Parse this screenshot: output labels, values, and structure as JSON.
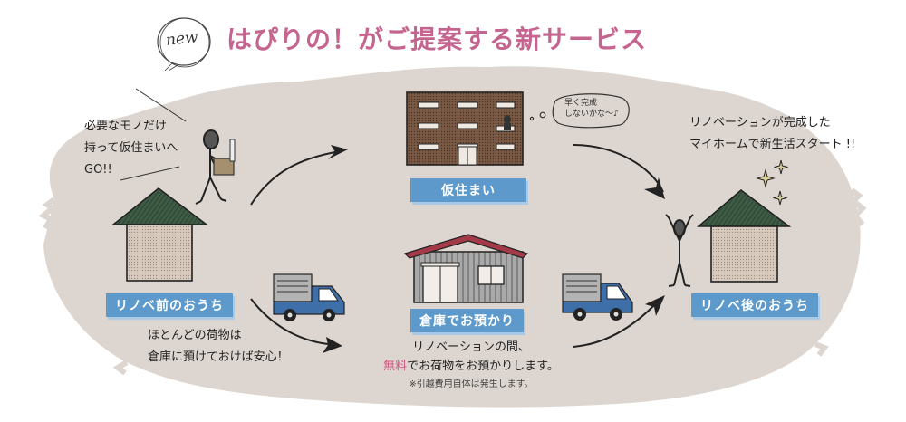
{
  "header": {
    "badge_text": "new",
    "title": "はぴりの！がご提案する新サービス"
  },
  "colors": {
    "title": "#c4648f",
    "background_blob": "#ddd6d0",
    "label_bg": "#5d9acb",
    "roof_green": "#3e5c45",
    "roof_red": "#a23a48",
    "truck_blue": "#3f6fa8",
    "building_brown": "#7a5a45",
    "highlight_pink": "#d0567f"
  },
  "steps": {
    "before_home": {
      "label": "リノベ前のおうち",
      "caption_lines": [
        "必要なモノだけ",
        "持って仮住まいへ",
        "GO!!"
      ]
    },
    "temporary_housing": {
      "label": "仮住まい",
      "thought_bubble_lines": [
        "早く完成",
        "しないかな〜♪"
      ]
    },
    "warehouse": {
      "label": "倉庫でお預かり",
      "caption_line1": "リノベーションの間、",
      "caption_highlight": "無料",
      "caption_line2_rest": "でお荷物をお預かりします。",
      "note": "※引越費用自体は発生します。"
    },
    "storage_hint": {
      "caption_lines": [
        "ほとんどの荷物は",
        "倉庫に預けておけば安心！"
      ]
    },
    "after_home": {
      "label": "リノベ後のおうち",
      "caption_lines": [
        "リノベーションが完成した",
        "マイホームで新生活スタート !!"
      ]
    }
  },
  "icons": [
    "new-badge-circle",
    "house-before-icon",
    "person-carrying-box-icon",
    "apartment-building-icon",
    "thought-bubble-icon",
    "warehouse-icon",
    "truck-icon",
    "person-cheering-icon",
    "house-after-icon",
    "sparkle-icon",
    "arrow-icon"
  ]
}
